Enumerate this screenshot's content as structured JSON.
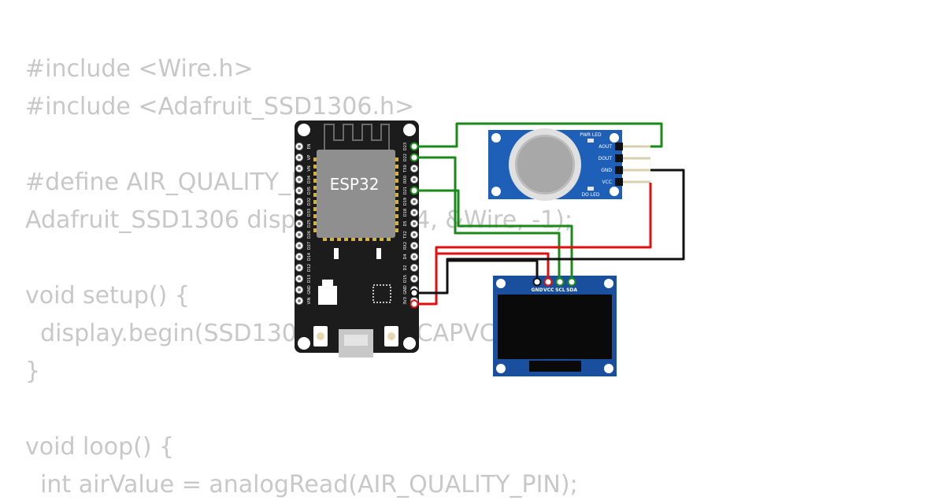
{
  "code_lines": [
    "#include <Wire.h>",
    "#include <Adafruit_SSD1306.h>",
    "",
    "#define AIR_QUALITY_PIN 34",
    "Adafruit_SSD1306 display(128, 64, &Wire, -1);",
    "",
    "void setup() {",
    "  display.begin(SSD1306_SWITCHCAPVCC, 0x3C);",
    "}",
    "",
    "void loop() {",
    "  int airValue = analogRead(AIR_QUALITY_PIN);"
  ],
  "esp32": {
    "chip_label": "ESP32",
    "left_pins": [
      "EN",
      "VP",
      "VN",
      "D34",
      "D35",
      "D32",
      "D33",
      "D25",
      "D26",
      "D27",
      "D14",
      "D12",
      "D13",
      "GND",
      "VIN"
    ],
    "right_pins": [
      "D23",
      "D22",
      "TX0",
      "RX0",
      "D21",
      "D19",
      "D18",
      "D5",
      "TX2",
      "RX2",
      "D4",
      "D2",
      "D15",
      "GND",
      "3V3"
    ]
  },
  "gas_sensor": {
    "pins": [
      "AOUT",
      "DOUT",
      "GND",
      "VCC"
    ],
    "pwr_led_label": "PWR LED",
    "do_led_label": "DO LED"
  },
  "oled": {
    "pins": [
      "GND",
      "VCC",
      "SCL",
      "SDA"
    ]
  },
  "colors": {
    "code_text": "#c8c8c8",
    "board": "#1c1c1c",
    "sensor_board": "#1e5fb8",
    "oled_board": "#1a4f9e",
    "wire_green": "#1a8a1a",
    "wire_red": "#e01010",
    "wire_black": "#111111"
  }
}
